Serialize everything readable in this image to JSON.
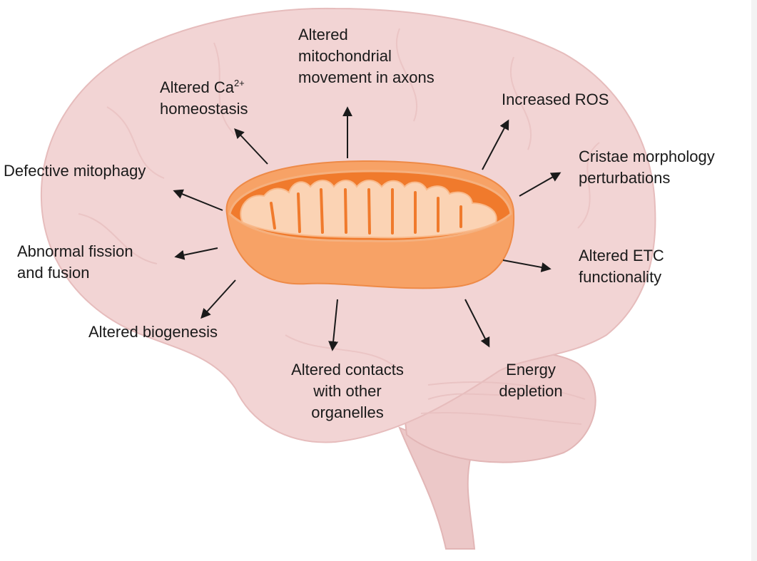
{
  "colors": {
    "brain_fill": "#f2d4d4",
    "brain_stroke": "#e6bcbc",
    "mito_outer": "#f7a266",
    "mito_inner": "#f07a2c",
    "cristae": "#fbd3b4",
    "arrow": "#1a1a1a"
  },
  "labels": {
    "movement": [
      "Altered",
      "mitochondrial",
      "movement in axons"
    ],
    "calcium": {
      "line1": "Altered Ca",
      "sup": "2+",
      "line2": "homeostasis"
    },
    "ros": "Increased ROS",
    "cristae": [
      "Cristae morphology",
      "perturbations"
    ],
    "mitophagy": "Defective mitophagy",
    "fission": [
      "Abnormal fission",
      "and fusion"
    ],
    "etc": [
      "Altered ETC",
      "functionality"
    ],
    "biogenesis": "Altered biogenesis",
    "contacts": [
      "Altered contacts",
      "with other",
      "organelles"
    ],
    "energy": [
      "Energy",
      "depletion"
    ]
  },
  "icons": {
    "center": "mitochondrion",
    "background": "brain"
  }
}
